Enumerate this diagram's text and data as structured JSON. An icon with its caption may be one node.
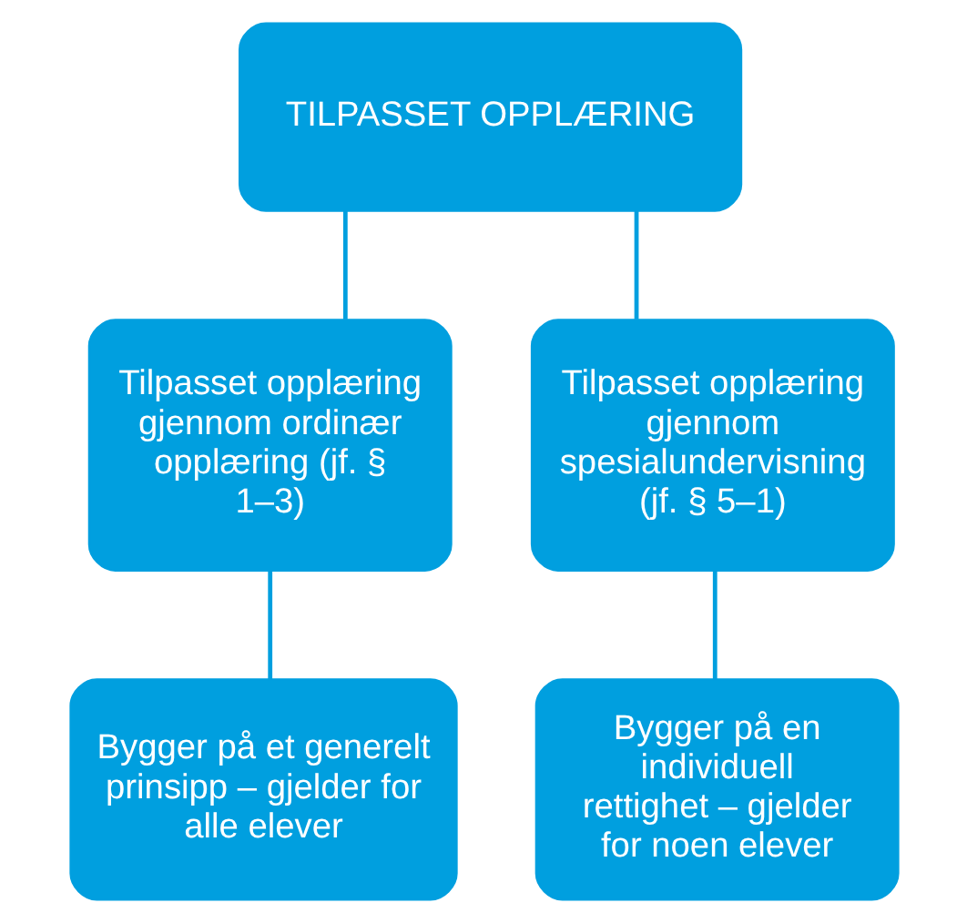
{
  "diagram": {
    "nodes": [
      {
        "text": [
          "TILPASSET OPPLÆRING"
        ]
      },
      {
        "text": [
          "Tilpasset opplæring gjennom ordinær opplæring (jf. § 1–3)"
        ]
      },
      {
        "text": [
          "Tilpasset opplæring gjennom spesialundervisning (jf. § 5–1)"
        ]
      },
      {
        "text": [
          "Bygger på et generelt prinsipp – gjelder for alle elever"
        ]
      },
      {
        "text": [
          "Bygger på en individuell rettighet – gjelder for noen elever"
        ]
      }
    ],
    "edges": [
      {
        "from": 0,
        "to": 1,
        "arrow": "none"
      },
      {
        "from": 0,
        "to": 2,
        "arrow": "none"
      },
      {
        "from": 1,
        "to": 3,
        "arrow": "none"
      },
      {
        "from": 2,
        "to": 4,
        "arrow": "none"
      }
    ]
  }
}
